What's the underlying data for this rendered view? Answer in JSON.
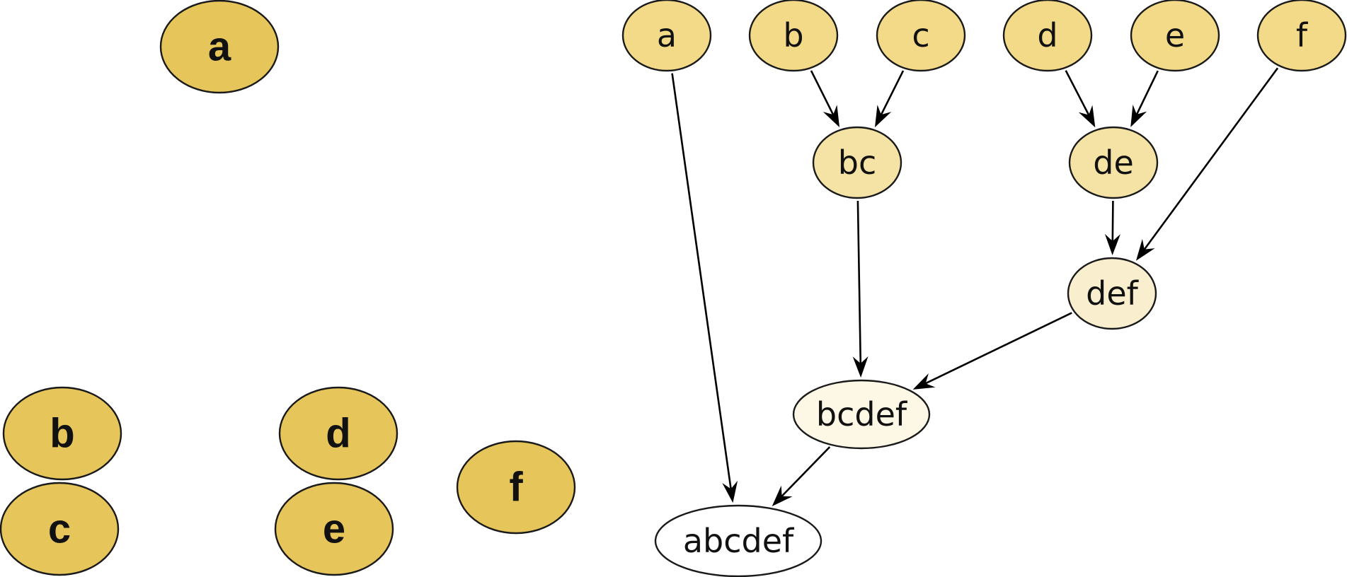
{
  "left_nodes": [
    {
      "id": "a",
      "label": "a",
      "fill": "#e6c55a"
    },
    {
      "id": "b",
      "label": "b",
      "fill": "#e6c55a"
    },
    {
      "id": "c",
      "label": "c",
      "fill": "#e6c55a"
    },
    {
      "id": "d",
      "label": "d",
      "fill": "#e6c55a"
    },
    {
      "id": "e",
      "label": "e",
      "fill": "#e6c55a"
    },
    {
      "id": "f",
      "label": "f",
      "fill": "#e6c55a"
    }
  ],
  "tree_nodes": [
    {
      "id": "a",
      "label": "a",
      "fill": "#f2da88"
    },
    {
      "id": "b",
      "label": "b",
      "fill": "#f2da88"
    },
    {
      "id": "c",
      "label": "c",
      "fill": "#f2da88"
    },
    {
      "id": "d",
      "label": "d",
      "fill": "#f2da88"
    },
    {
      "id": "e",
      "label": "e",
      "fill": "#f2da88"
    },
    {
      "id": "f",
      "label": "f",
      "fill": "#f2da88"
    },
    {
      "id": "bc",
      "label": "bc",
      "fill": "#f5e3a6"
    },
    {
      "id": "de",
      "label": "de",
      "fill": "#f5e3a6"
    },
    {
      "id": "def",
      "label": "def",
      "fill": "#f9efcf"
    },
    {
      "id": "bcdef",
      "label": "bcdef",
      "fill": "#fdf7e6"
    },
    {
      "id": "abcdef",
      "label": "abcdef",
      "fill": "#ffffff"
    }
  ],
  "edges": [
    {
      "from": "b",
      "to": "bc"
    },
    {
      "from": "c",
      "to": "bc"
    },
    {
      "from": "d",
      "to": "de"
    },
    {
      "from": "e",
      "to": "de"
    },
    {
      "from": "f",
      "to": "def"
    },
    {
      "from": "de",
      "to": "def"
    },
    {
      "from": "bc",
      "to": "bcdef"
    },
    {
      "from": "def",
      "to": "bcdef"
    },
    {
      "from": "a",
      "to": "abcdef"
    },
    {
      "from": "bcdef",
      "to": "abcdef"
    }
  ]
}
